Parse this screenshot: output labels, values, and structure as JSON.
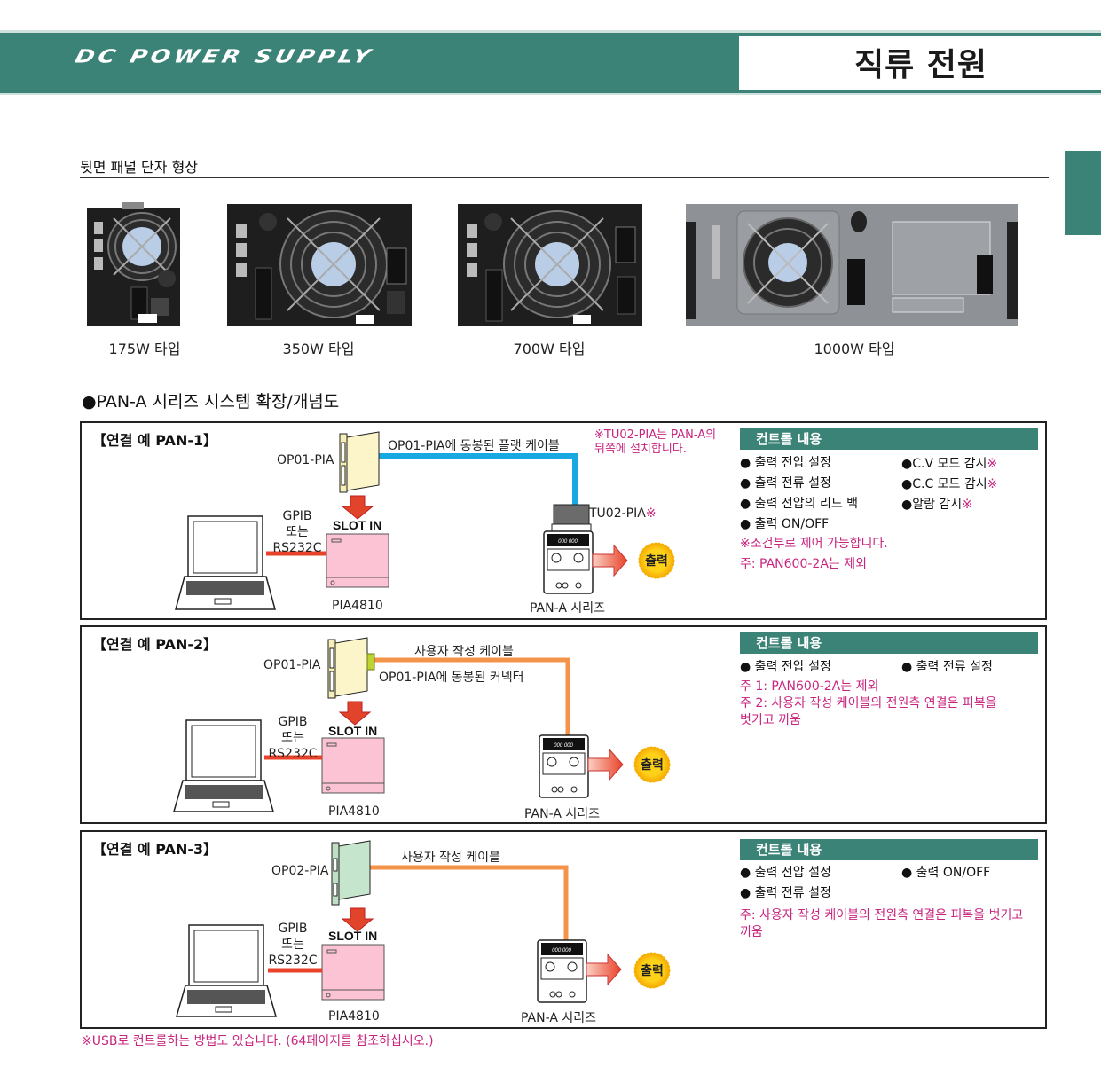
{
  "header": {
    "title_en": "DC POWER SUPPLY",
    "title_kr": "직류 전원",
    "brand_color": "#3b8376"
  },
  "rear_panel": {
    "title": "뒷면 패널 단자 형상",
    "items": [
      {
        "label": "175W 타입",
        "panel_color": "#1e1e1e"
      },
      {
        "label": "350W 타입",
        "panel_color": "#1e1e1e"
      },
      {
        "label": "700W 타입",
        "panel_color": "#1e1e1e"
      },
      {
        "label": "1000W 타입",
        "panel_color": "#8e9296"
      }
    ]
  },
  "system": {
    "title": "●PAN-A 시리즈 시스템 확장/개념도",
    "common": {
      "gpib": "GPIB",
      "or": "또는",
      "rs232c": "RS232C",
      "slot_in": "SLOT IN",
      "pia": "PIA4810",
      "pan_a": "PAN-A 시리즈",
      "output": "출력",
      "display": "000 000",
      "control_header": "컨트롤 내용"
    },
    "examples": [
      {
        "title": "【연결 예 PAN-1】",
        "board": "OP01-PIA",
        "cable": "OP01-PIA에 동봉된 플랫 케이블",
        "cable_color": "#19a9e1",
        "adapter": "TU02-PIA",
        "adapter_mark": "※",
        "top_note": [
          "※TU02-PIA는 PAN-A의",
          "뒤쪽에 설치합니다."
        ],
        "controls_left": [
          "● 출력 전압 설정",
          "● 출력 전류 설정",
          "● 출력 전압의 리드 백",
          "● 출력 ON/OFF"
        ],
        "controls_right": [
          {
            "text": "●C.V 모드 감시",
            "mark": "※"
          },
          {
            "text": "●C.C 모드 감시",
            "mark": "※"
          },
          {
            "text": "●알람 감시",
            "mark": "※"
          }
        ],
        "notes": [
          "※조건부로 제어 가능합니다.",
          "주: PAN600-2A는 제외"
        ]
      },
      {
        "title": "【연결 예 PAN-2】",
        "board": "OP01-PIA",
        "cable": "사용자 작성 케이블",
        "connector": "OP01-PIA에 동봉된 커넥터",
        "cable_color": "#f4934a",
        "controls_left": [
          "● 출력 전압 설정"
        ],
        "controls_right": [
          {
            "text": "● 출력 전류 설정",
            "mark": ""
          }
        ],
        "notes": [
          "주 1: PAN600-2A는 제외",
          "주 2: 사용자 작성 케이블의 전원측 연결은 피복을",
          "벗기고 끼움"
        ]
      },
      {
        "title": "【연결 예 PAN-3】",
        "board": "OP02-PIA",
        "cable": "사용자 작성 케이블",
        "cable_color": "#f4934a",
        "controls_left": [
          "● 출력 전압 설정",
          "● 출력 전류 설정"
        ],
        "controls_right": [
          {
            "text": "● 출력 ON/OFF",
            "mark": ""
          }
        ],
        "notes": [
          "주: 사용자 작성 케이블의 전원측 연결은 피복을 벗기고",
          "끼움"
        ]
      }
    ],
    "footnote": "※USB로 컨트롤하는 방법도 있습니다. (64페이지를 참조하십시오.)"
  }
}
